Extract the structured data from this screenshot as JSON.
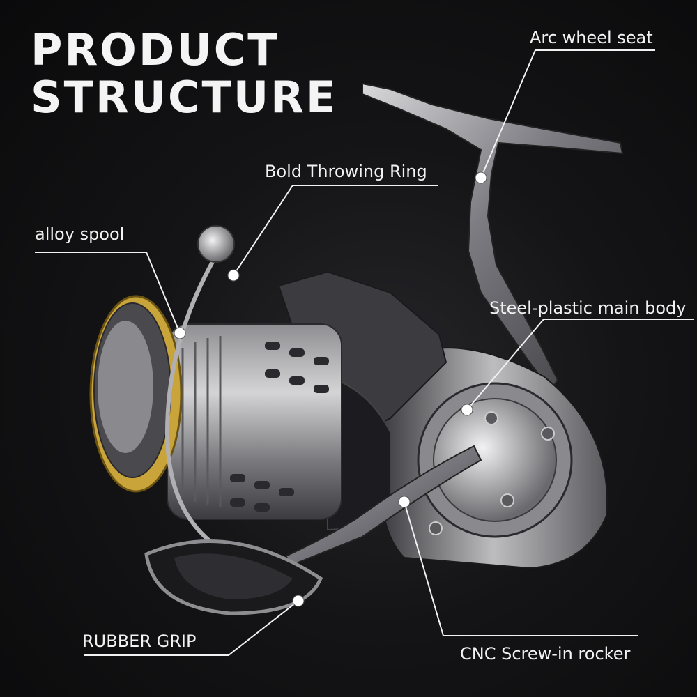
{
  "title": {
    "line1": "PRODUCT",
    "line2": "STRUCTURE"
  },
  "callouts": {
    "arc_wheel_seat": "Arc wheel seat",
    "bold_throwing_ring": "Bold Throwing Ring",
    "alloy_spool": "alloy spool",
    "steel_plastic_main_body": "Steel-plastic main body",
    "rubber_grip": "RUBBER GRIP",
    "cnc_screw_in_rocker": "CNC Screw-in rocker"
  },
  "colors": {
    "background": "#141416",
    "text": "#f2f2f2",
    "metal": "#9a9a9e",
    "gold_ring": "#c9a43a"
  }
}
